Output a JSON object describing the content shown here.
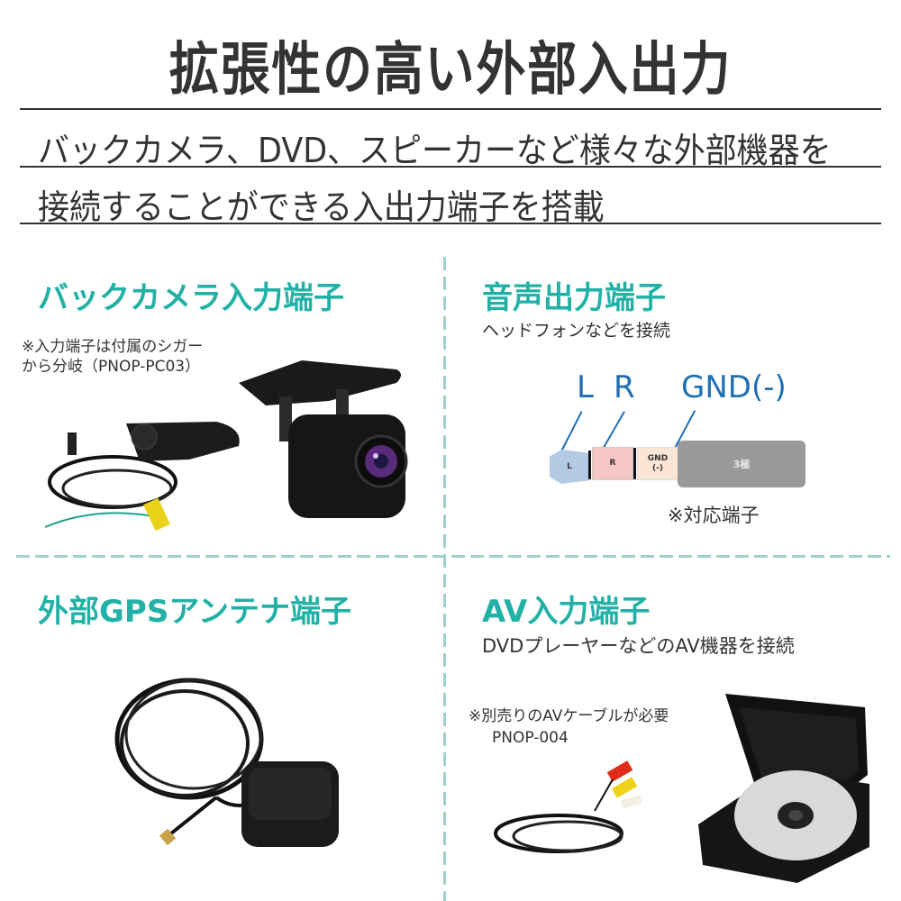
{
  "header": {
    "title": "拡張性の高い外部入出力",
    "lead_lines": [
      "バックカメラ、DVD、スピーカーなど様々な外部機器を",
      "接続することができる入出力端子を搭載"
    ]
  },
  "sections": {
    "back_camera": {
      "title": "バックカメラ入力端子",
      "note_lines": [
        "※入力端子は付属のシガー",
        "から分岐（PNOP-PC03）"
      ],
      "images": [
        "cigar-socket-cable-photo",
        "back-camera-photo"
      ]
    },
    "audio_out": {
      "title": "音声出力端子",
      "subtitle": "ヘッドフォンなどを接続",
      "diagram": {
        "labels": {
          "l": "L",
          "r": "R",
          "gnd": "GND(-)"
        },
        "segments": {
          "l": "L",
          "r": "R",
          "gnd_line1": "GND",
          "gnd_line2": "(-)",
          "body": "3極"
        },
        "caption": "※対応端子"
      }
    },
    "gps": {
      "title": "外部GPSアンテナ端子",
      "images": [
        "gps-antenna-photo"
      ]
    },
    "av_in": {
      "title": "AV入力端子",
      "subtitle": "DVDプレーヤーなどのAV機器を接続",
      "note_lines": [
        "※別売りのAVケーブルが必要",
        "PNOP-004"
      ],
      "images": [
        "av-cable-photo",
        "dvd-player-photo"
      ]
    }
  },
  "colors": {
    "accent_teal": "#22b1a6",
    "divider": "#9fd0cc",
    "diagram_blue": "#1f6fb5",
    "text": "#333333"
  }
}
